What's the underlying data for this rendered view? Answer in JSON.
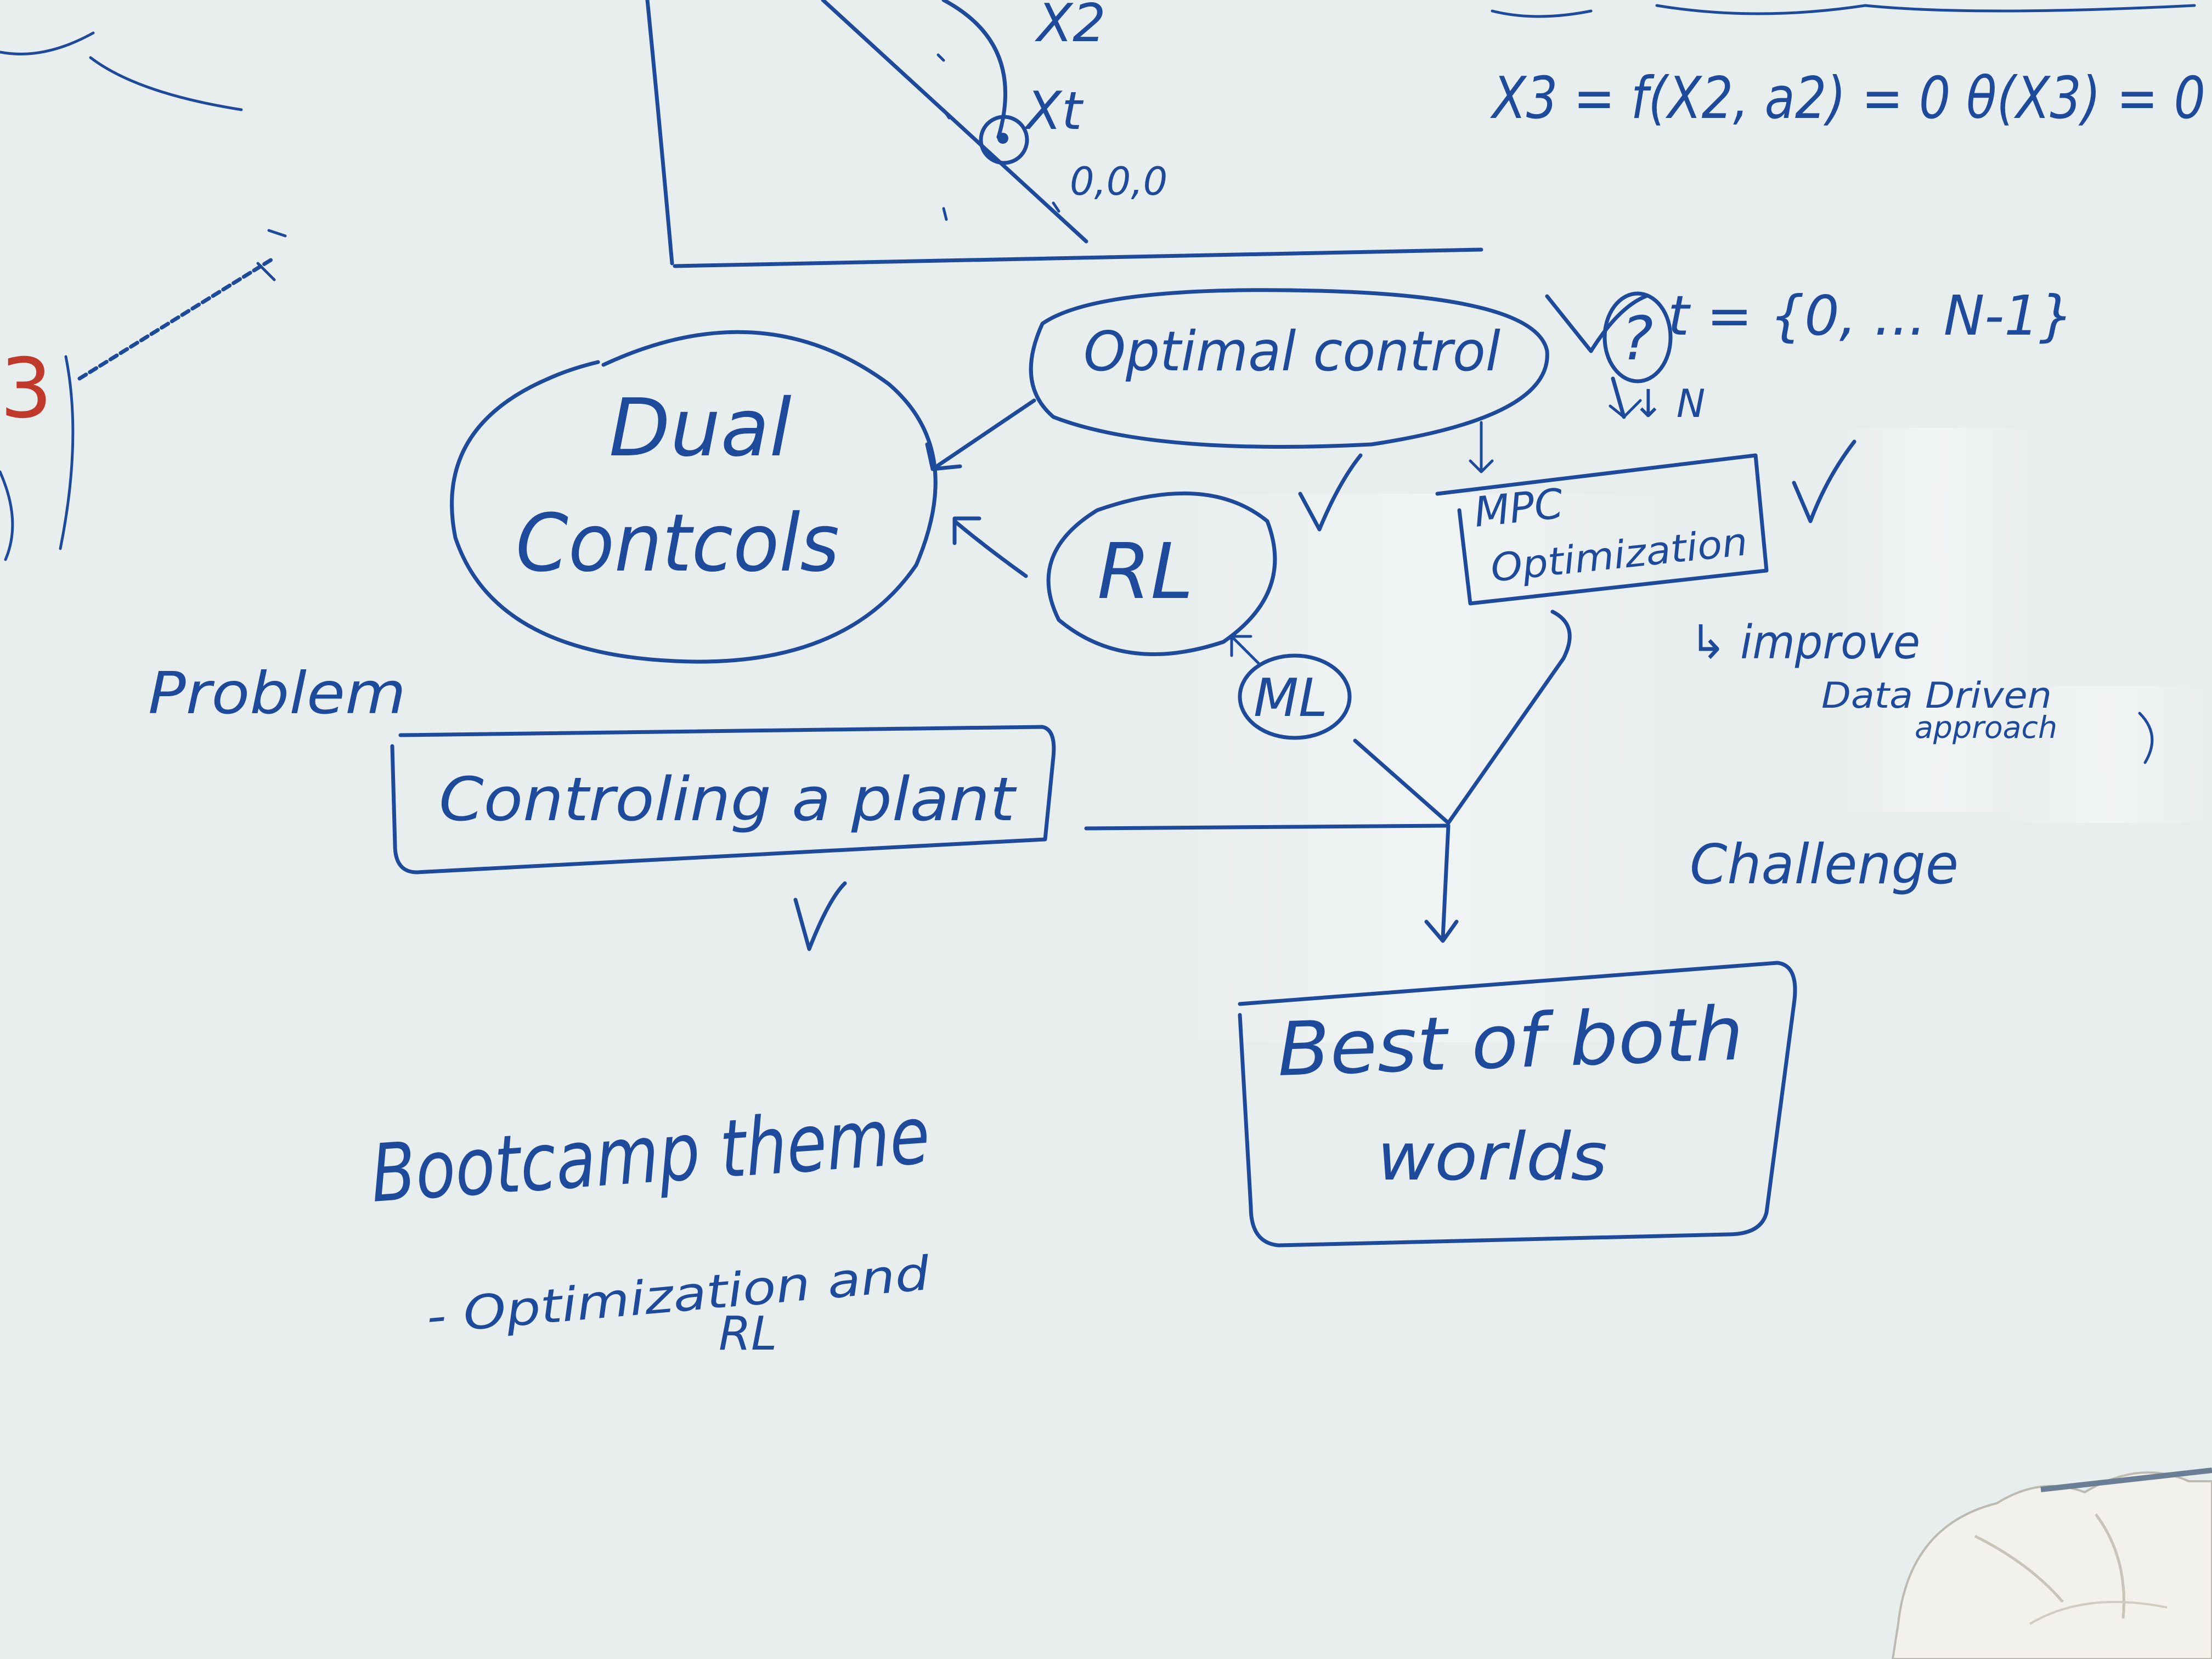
{
  "ink_color": "#1d4a9a",
  "board_color": "#e9eeee",
  "top_math": {
    "x2_label": "X2",
    "xt_label": "Xt",
    "origin_label": "0,0,0",
    "eq_x3": "X3 =  f(X2, a2) = 0   θ(X3) = 0",
    "time_set": "t = {0, ... N-1}",
    "question_mark": "?",
    "under_question": "↓ N"
  },
  "nodes": {
    "dual_controls": {
      "line1": "Dual",
      "line2": "Contcols"
    },
    "optimal_control": "Optimal control",
    "rl": "RL",
    "ml": "ML",
    "mpc": {
      "line1": "MPC",
      "line2": "Optimization"
    },
    "controlling_plant": "Controling a plant",
    "best_of_both": {
      "line1": "Best of both",
      "line2": "worlds"
    }
  },
  "annotations": {
    "problem": "Problem",
    "improve": "↳ improve",
    "data_driven": "Data Driven",
    "approach": "approach",
    "challenge": "Challenge",
    "bootcamp_theme": "Bootcamp theme",
    "bootcamp_sub1": "- Optimization and",
    "bootcamp_sub2": "RL",
    "left_edge_mark": "3"
  },
  "checkmarks": [
    "✓",
    "✓",
    "✓"
  ]
}
